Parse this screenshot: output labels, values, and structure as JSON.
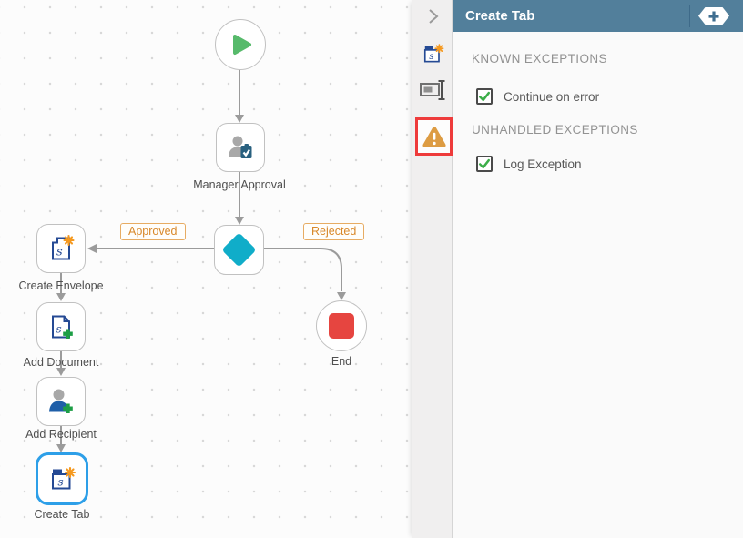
{
  "panel": {
    "title": "Create Tab",
    "icon_strip": {
      "collapse_icon": "chevron-right-icon",
      "tools": [
        "create-tab-icon",
        "text-field-icon",
        "warning-icon"
      ],
      "active_tool": "warning-icon"
    },
    "add_button_icon": "plus-icon",
    "sections": [
      {
        "heading": "KNOWN EXCEPTIONS",
        "checkbox": {
          "label": "Continue on error",
          "checked": true
        }
      },
      {
        "heading": "UNHANDLED EXCEPTIONS",
        "checkbox": {
          "label": "Log Exception",
          "checked": true
        }
      }
    ]
  },
  "canvas": {
    "nodes": [
      {
        "id": "start",
        "type": "start",
        "label": ""
      },
      {
        "id": "manager-approval",
        "type": "task",
        "label": "Manager Approval"
      },
      {
        "id": "decision",
        "type": "decision",
        "label": ""
      },
      {
        "id": "create-envelope",
        "type": "task",
        "label": "Create Envelope"
      },
      {
        "id": "add-document",
        "type": "task",
        "label": "Add Document"
      },
      {
        "id": "add-recipient",
        "type": "task",
        "label": "Add Recipient"
      },
      {
        "id": "create-tab",
        "type": "task",
        "label": "Create Tab",
        "selected": true
      },
      {
        "id": "end",
        "type": "end",
        "label": "End"
      }
    ],
    "branches": [
      {
        "label": "Approved"
      },
      {
        "label": "Rejected"
      }
    ]
  },
  "colors": {
    "header_teal": "#527f9b",
    "selection_blue": "#2d9fe8",
    "warning_orange": "#dd9c43",
    "alert_red": "#ee3b3b",
    "diamond_teal": "#10adc9",
    "play_green": "#57ba6b",
    "end_red": "#e64540",
    "check_green": "#3cae49",
    "branch_orange": "#d8882a",
    "icon_blue": "#254a94"
  }
}
